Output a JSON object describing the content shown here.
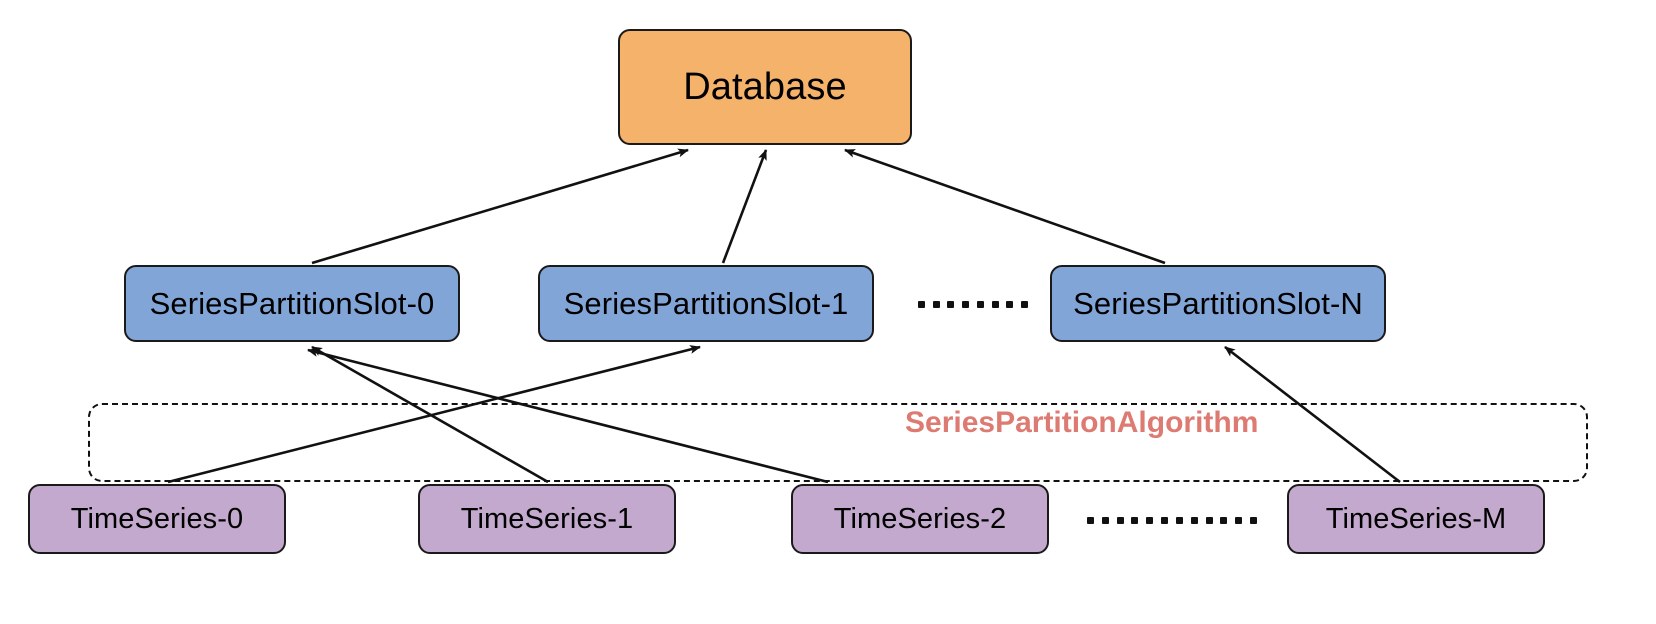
{
  "diagram": {
    "title": "SeriesPartitionAlgorithm partition diagram",
    "background": "#ffffff",
    "colors": {
      "database_fill": "#f5b26b",
      "slot_fill": "#82a5d8",
      "series_fill": "#c4a9ce",
      "stroke": "#1a1a1a",
      "region_label": "#dd7b72"
    }
  },
  "database": {
    "label": "Database"
  },
  "slots": [
    {
      "label": "SeriesPartitionSlot-0"
    },
    {
      "label": "SeriesPartitionSlot-1"
    },
    {
      "label": "SeriesPartitionSlot-N"
    }
  ],
  "slot_ellipsis": "········",
  "region": {
    "label": "SeriesPartitionAlgorithm"
  },
  "series": [
    {
      "label": "TimeSeries-0"
    },
    {
      "label": "TimeSeries-1"
    },
    {
      "label": "TimeSeries-2"
    },
    {
      "label": "TimeSeries-M"
    }
  ],
  "series_ellipsis": "············",
  "edges": [
    {
      "from": "SeriesPartitionSlot-0",
      "to": "Database"
    },
    {
      "from": "SeriesPartitionSlot-1",
      "to": "Database"
    },
    {
      "from": "SeriesPartitionSlot-N",
      "to": "Database"
    },
    {
      "from": "TimeSeries-0",
      "to": "SeriesPartitionSlot-1"
    },
    {
      "from": "TimeSeries-1",
      "to": "SeriesPartitionSlot-0"
    },
    {
      "from": "TimeSeries-2",
      "to": "SeriesPartitionSlot-0"
    },
    {
      "from": "TimeSeries-M",
      "to": "SeriesPartitionSlot-N"
    }
  ]
}
